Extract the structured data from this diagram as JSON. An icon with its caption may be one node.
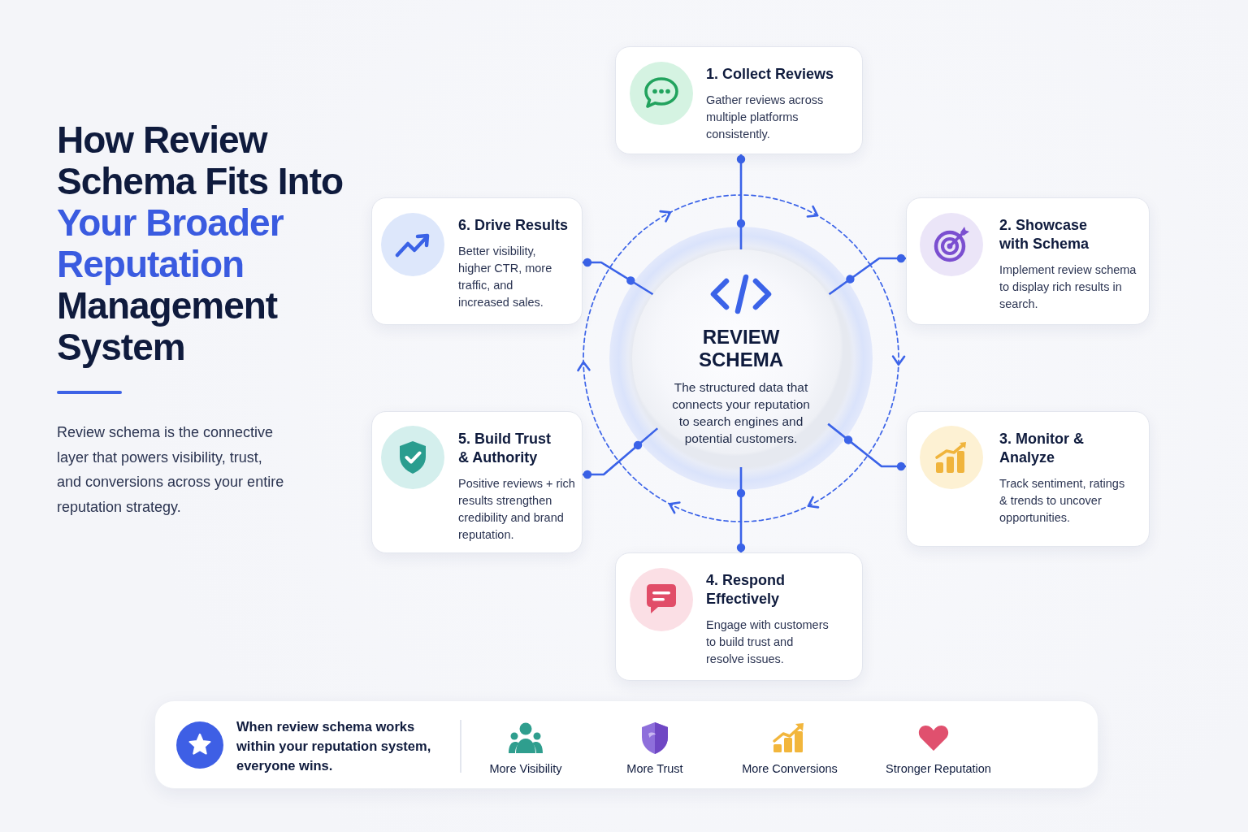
{
  "diagram": {
    "title": "How Review Schema Fits Into *Your Broader Reputation* Management System",
    "nodes": [
      {
        "text": [
          "REVIEW SCHEMA",
          "The structured data that connects your reputation to search engines and potential customers."
        ]
      },
      {
        "text": [
          "1. Collect Reviews",
          "Gather reviews across multiple platforms consistently."
        ]
      },
      {
        "text": [
          "2. Showcase with Schema",
          "Implement review schema to display rich results in search."
        ]
      },
      {
        "text": [
          "3. Monitor & Analyze",
          "Track sentiment, ratings & trends to uncover opportunities."
        ]
      },
      {
        "text": [
          "4. Respond Effectively",
          "Engage with customers to build trust and resolve issues."
        ]
      },
      {
        "text": [
          "5. Build Trust & Authority",
          "Positive reviews + rich results strengthen credibility and brand reputation."
        ]
      },
      {
        "text": [
          "6. Drive Results",
          "Better visibility, higher CTR, more traffic, and increased sales."
        ]
      },
      {
        "text": [
          "When review schema works within your reputation system, everyone wins.",
          "More Visibility",
          "More Trust",
          "More Conversions",
          "Stronger Reputation"
        ]
      }
    ],
    "edges": [
      {
        "from": 0,
        "to": 1,
        "arrow": "other"
      },
      {
        "from": 0,
        "to": 2,
        "arrow": "other"
      },
      {
        "from": 0,
        "to": 3,
        "arrow": "other"
      },
      {
        "from": 0,
        "to": 4,
        "arrow": "other"
      },
      {
        "from": 0,
        "to": 5,
        "arrow": "other"
      },
      {
        "from": 0,
        "to": 6,
        "arrow": "other"
      },
      {
        "from": 1,
        "to": 2,
        "arrow": "to",
        "style": "dashed"
      },
      {
        "from": 2,
        "to": 3,
        "arrow": "to",
        "style": "dashed"
      },
      {
        "from": 3,
        "to": 4,
        "arrow": "to",
        "style": "dashed"
      },
      {
        "from": 4,
        "to": 5,
        "arrow": "to",
        "style": "dashed"
      },
      {
        "from": 5,
        "to": 6,
        "arrow": "to",
        "style": "dashed"
      },
      {
        "from": 6,
        "to": 1,
        "arrow": "to",
        "style": "dashed"
      }
    ],
    "labels": [
      "Review schema is the connective layer that powers visibility, trust, and conversions across your entire reputation strategy."
    ]
  }
}
